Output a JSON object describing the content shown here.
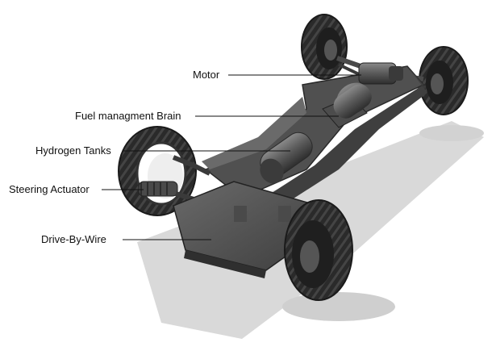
{
  "labels": {
    "motor": "Motor",
    "fuel_brain": "Fuel managment Brain",
    "hydrogen_tanks": "Hydrogen Tanks",
    "steering_actuator": "Steering Actuator",
    "drive_by_wire": "Drive-By-Wire"
  },
  "colors": {
    "background": "#ffffff",
    "chassis": "#5a5a5a",
    "tire": "#2b2b2b",
    "shadow": "#d4d4d4",
    "leader_line": "#111111"
  }
}
